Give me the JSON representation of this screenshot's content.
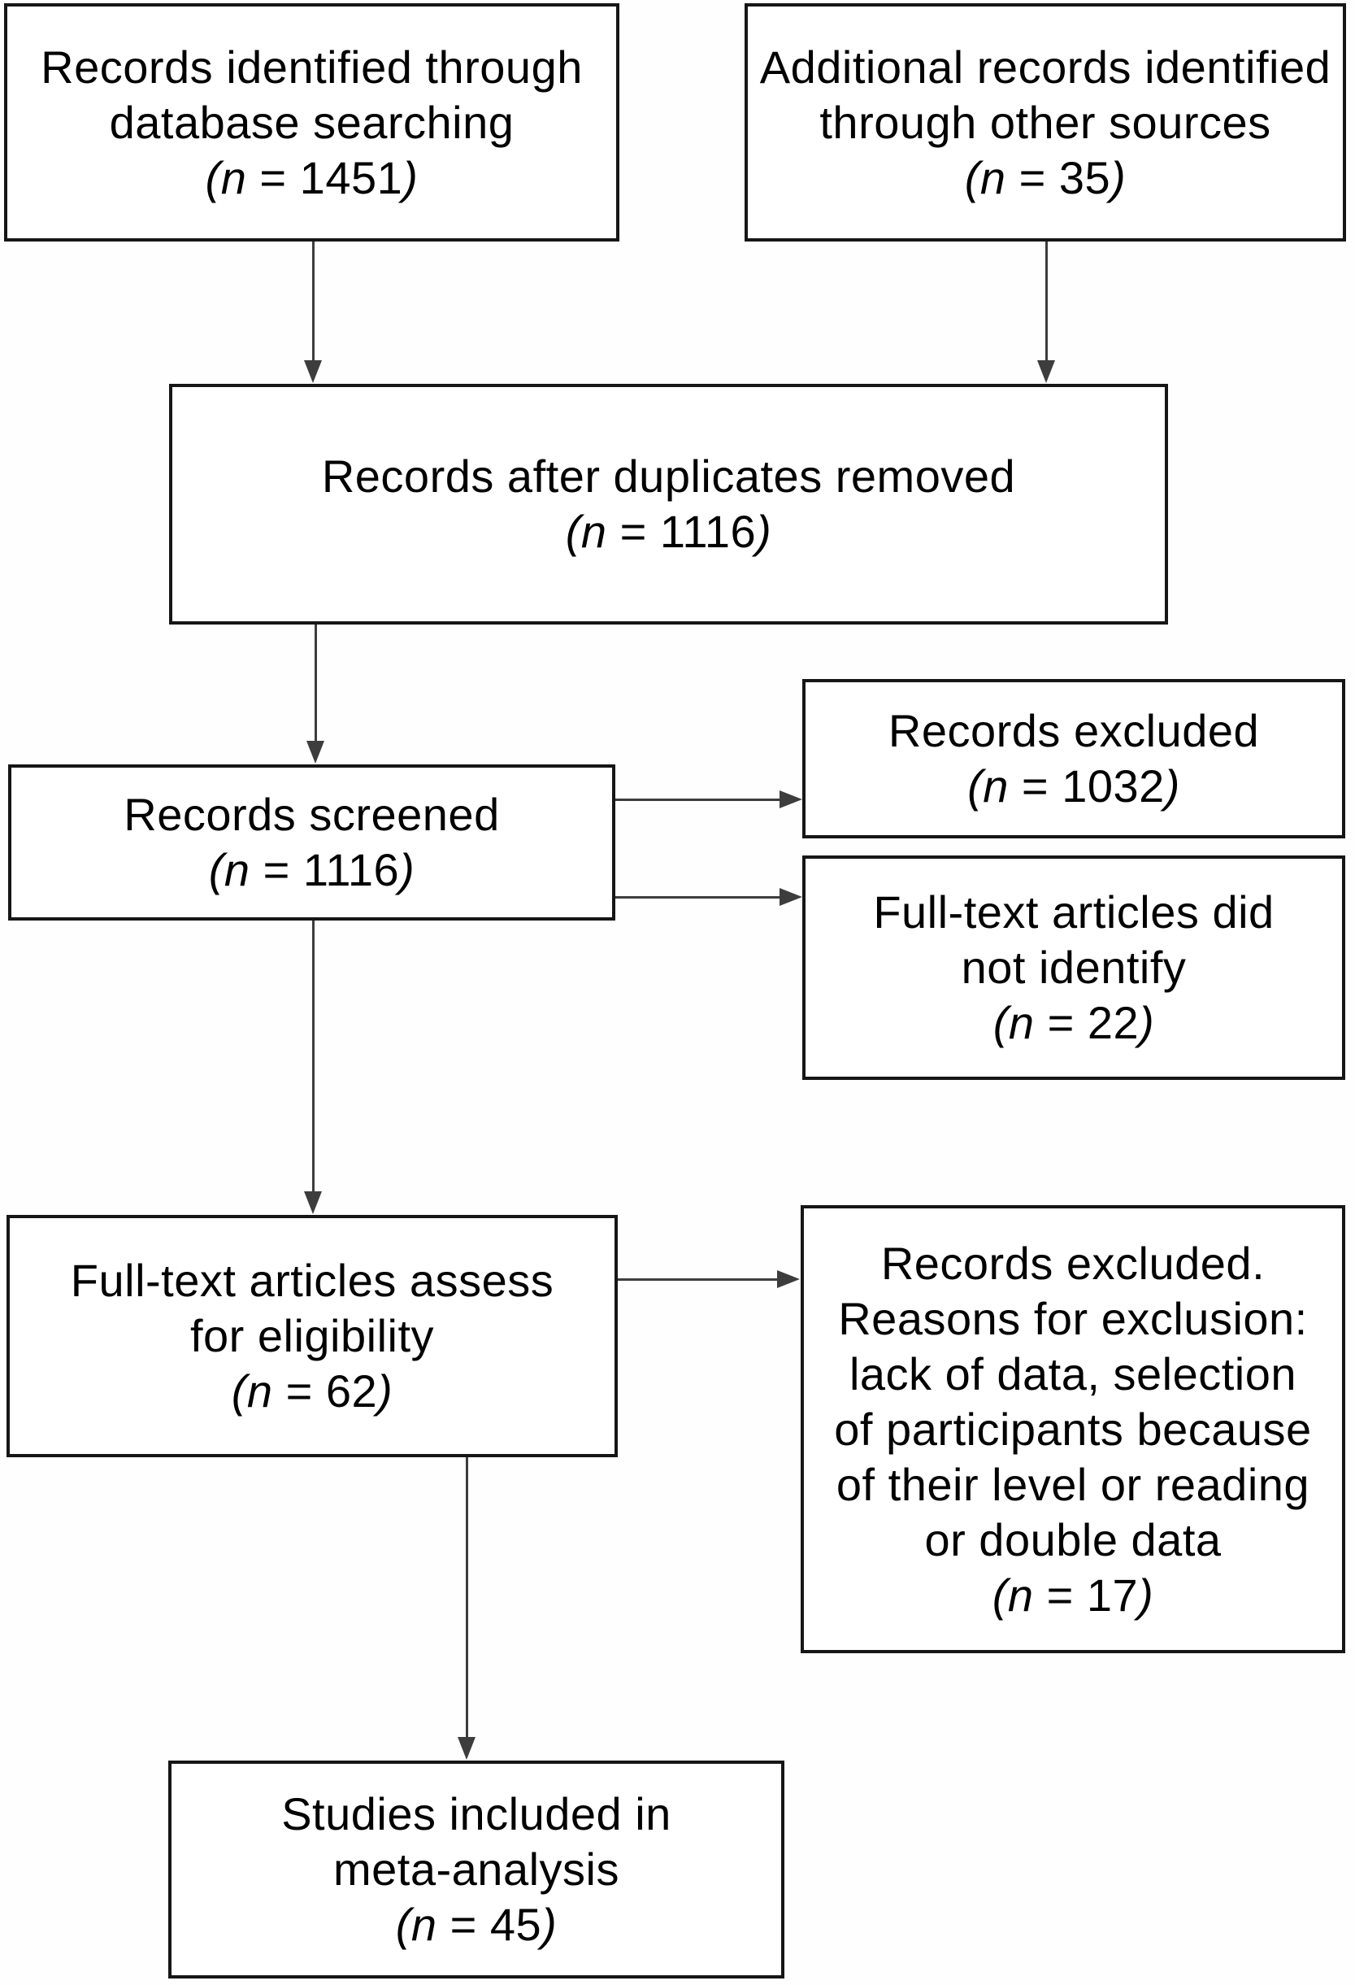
{
  "figure": {
    "kind": "prisma-flow-diagram",
    "background": "#fefefe",
    "box_border_color": "#161616",
    "arrow_color": "#3d3d3d",
    "text_color": "#000000"
  },
  "boxes": {
    "identified": {
      "lines": [
        "Records identified through",
        "database searching"
      ],
      "count_open": "(",
      "count_var": "n",
      "count_eq": " = 1451",
      "count_close": ")"
    },
    "additional": {
      "lines": [
        "Additional records identified",
        "through other sources"
      ],
      "count_open": "(",
      "count_var": "n",
      "count_eq": " = 35",
      "count_close": ")"
    },
    "duplicates": {
      "lines": [
        "Records after duplicates removed"
      ],
      "count_open": "(",
      "count_var": "n",
      "count_eq": " = 1116",
      "count_close": ")"
    },
    "screened": {
      "lines": [
        "Records screened"
      ],
      "count_open": "(",
      "count_var": "n",
      "count_eq": " = 1116",
      "count_close": ")"
    },
    "excluded": {
      "lines": [
        "Records excluded"
      ],
      "count_open": "(",
      "count_var": "n",
      "count_eq": " = 1032",
      "count_close": ")"
    },
    "notidentify": {
      "lines": [
        "Full-text articles did",
        "not identify"
      ],
      "count_open": "(",
      "count_var": "n",
      "count_eq": " = 22",
      "count_close": ")"
    },
    "eligibility": {
      "lines": [
        "Full-text articles assess",
        "for eligibility"
      ],
      "count_open": "(",
      "count_var": "n",
      "count_eq": " = 62",
      "count_close": ")"
    },
    "reasons": {
      "lines": [
        "Records excluded.",
        "Reasons for exclusion:",
        "lack of data, selection",
        "of participants because",
        "of their level or reading",
        "or double data"
      ],
      "count_open": "(",
      "count_var": "n",
      "count_eq": " = 17",
      "count_close": ")"
    },
    "included": {
      "lines": [
        "Studies included in",
        "meta-analysis"
      ],
      "count_open": "(",
      "count_var": "n",
      "count_eq": " = 45",
      "count_close": ")"
    }
  },
  "connections": [
    {
      "from": "records-identified",
      "to": "records-after-duplicates"
    },
    {
      "from": "additional-records",
      "to": "records-after-duplicates"
    },
    {
      "from": "records-after-duplicates",
      "to": "records-screened"
    },
    {
      "from": "records-screened",
      "to": "records-excluded"
    },
    {
      "from": "records-screened",
      "to": "full-text-articles-did-not-identify"
    },
    {
      "from": "records-screened",
      "to": "full-text-articles-assessed"
    },
    {
      "from": "full-text-articles-assessed",
      "to": "records-excluded-reasons"
    },
    {
      "from": "full-text-articles-assessed",
      "to": "studies-included"
    }
  ]
}
